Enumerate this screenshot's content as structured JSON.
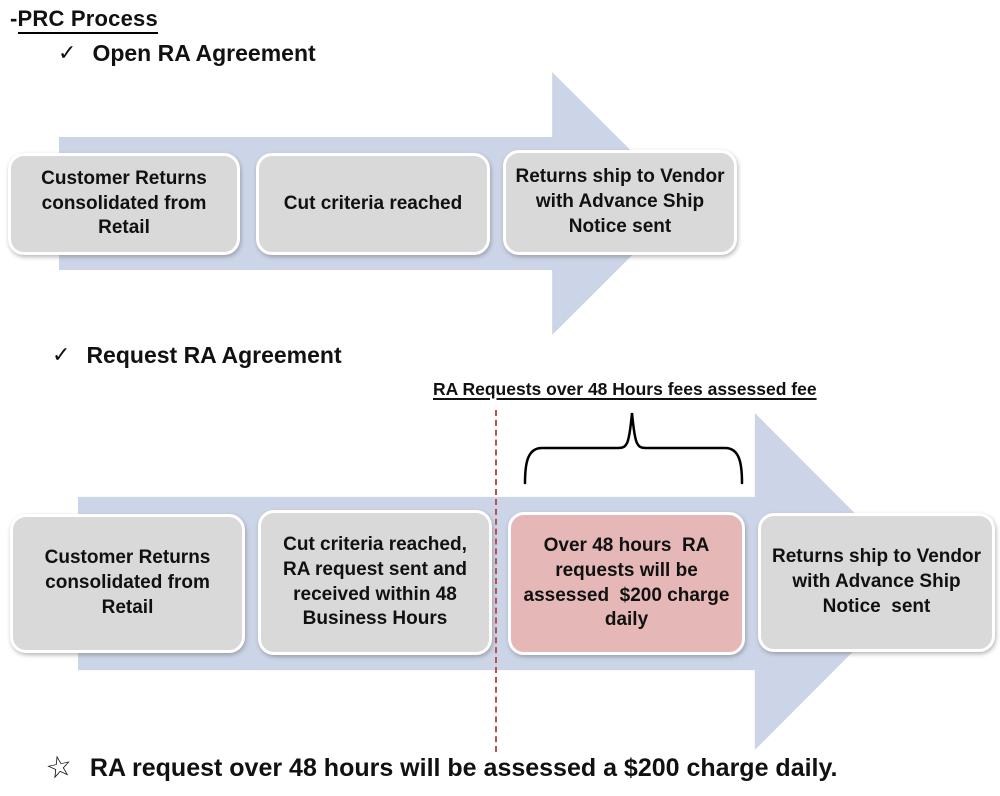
{
  "title": {
    "prefix": "-",
    "text": "PRC Process"
  },
  "section1": {
    "check": "✓",
    "heading": "Open RA Agreement",
    "box1": "Customer Returns consolidated from Retail",
    "box2": "Cut criteria reached",
    "box3": "Returns ship to Vendor with Advance Ship Notice sent"
  },
  "section2": {
    "check": "✓",
    "heading": "Request RA Agreement",
    "callout": "RA Requests over 48 Hours fees assessed fee",
    "box1": "Customer Returns consolidated from Retail",
    "box2": "Cut criteria reached, RA request sent and received within 48 Business Hours",
    "box3": "Over 48 hours  RA requests will be assessed  $200 charge daily",
    "box4": "Returns ship to Vendor with Advance Ship Notice  sent"
  },
  "footnote": {
    "star": "☆",
    "text": "RA request over 48 hours will be assessed a $200 charge daily."
  },
  "colors": {
    "arrow_fill": "#ccd5e8",
    "box_grey": "#d9d9d9",
    "box_pink": "#e5b8b7",
    "dashed_line_red": "#c0504d",
    "text": "#111111",
    "background": "#ffffff"
  }
}
